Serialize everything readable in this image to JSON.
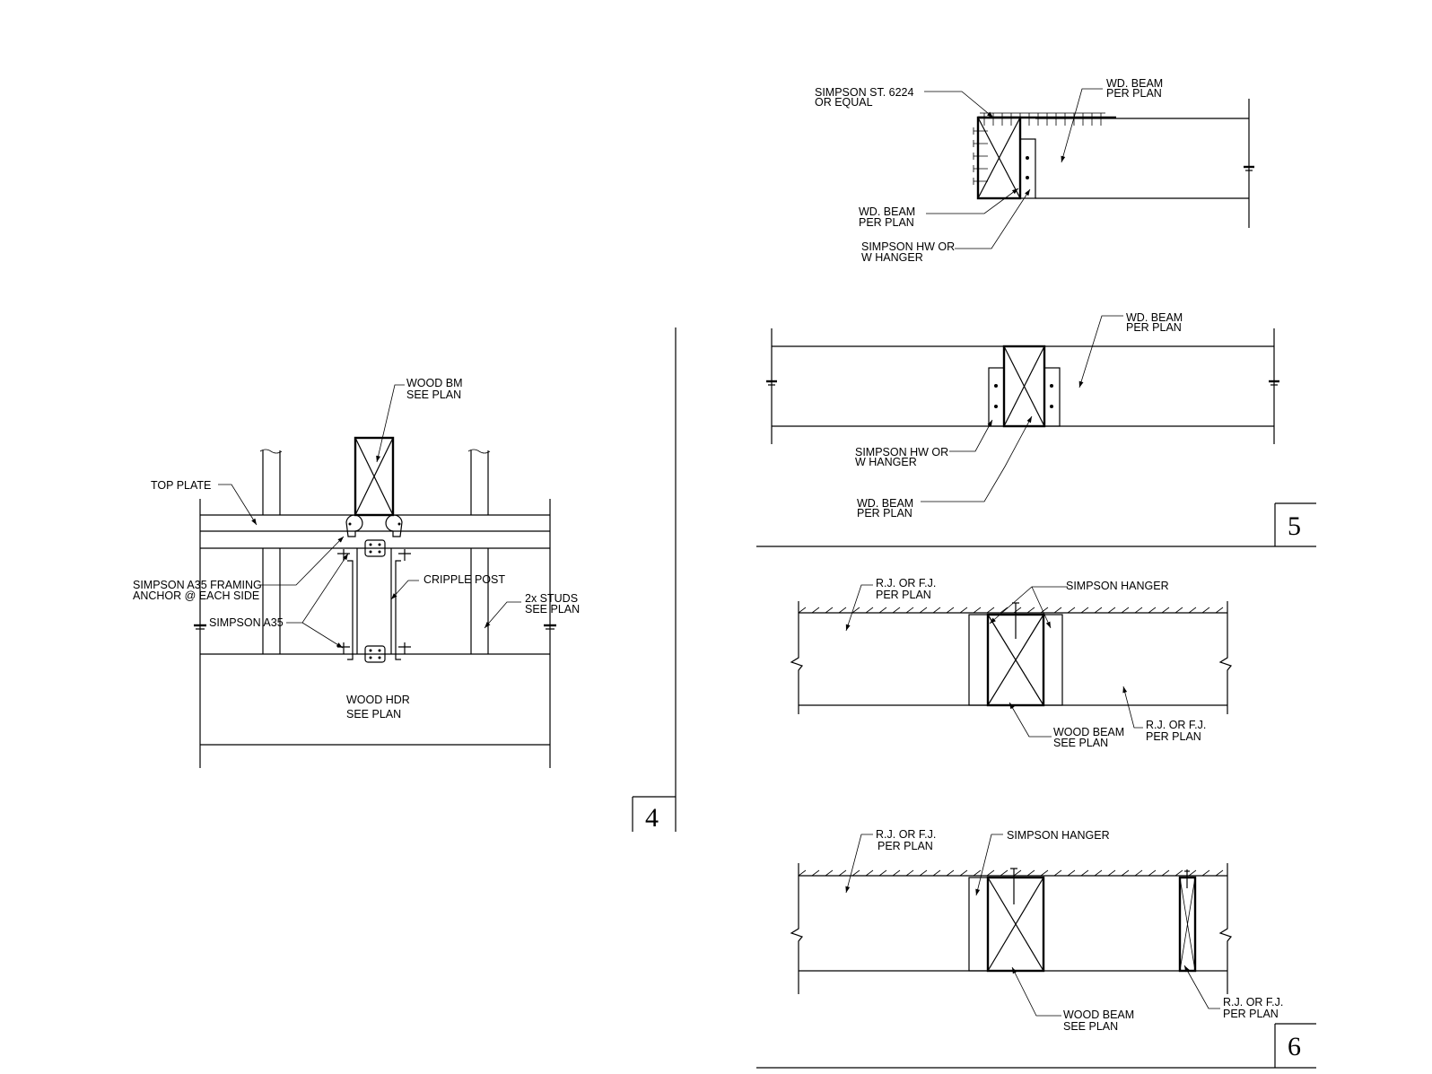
{
  "detail4": {
    "label_wood_bm": [
      "WOOD BM",
      "SEE PLAN"
    ],
    "label_top_plate": "TOP PLATE",
    "label_a35_framing": [
      "SIMPSON A35 FRAMING",
      "ANCHOR @ EACH SIDE"
    ],
    "label_simpson_a35": "SIMPSON A35",
    "label_cripple_post": "CRIPPLE POST",
    "label_studs": [
      "2x STUDS",
      "SEE PLAN"
    ],
    "label_wood_hdr": [
      "WOOD HDR",
      "SEE PLAN"
    ],
    "number": "4"
  },
  "detail_top": {
    "label_st6224": [
      "SIMPSON ST. 6224",
      "OR EQUAL"
    ],
    "label_wd_beam_right": [
      "WD. BEAM",
      "PER PLAN"
    ],
    "label_wd_beam_left": [
      "WD. BEAM",
      "PER PLAN"
    ],
    "label_hanger": [
      "SIMPSON HW OR",
      "W HANGER"
    ]
  },
  "detail5": {
    "label_wd_beam_top": [
      "WD. BEAM",
      "PER PLAN"
    ],
    "label_hanger": [
      "SIMPSON HW OR",
      "W HANGER"
    ],
    "label_wd_beam_bottom": [
      "WD. BEAM",
      "PER PLAN"
    ],
    "number": "5"
  },
  "detail6a": {
    "label_rj_left": [
      "R.J. OR F.J.",
      "PER PLAN"
    ],
    "label_simpson_hanger": "SIMPSON HANGER",
    "label_wood_beam": [
      "WOOD BEAM",
      "SEE PLAN"
    ],
    "label_rj_right": [
      "R.J. OR F.J.",
      "PER PLAN"
    ]
  },
  "detail6b": {
    "label_rj_left": [
      "R.J. OR F.J.",
      "PER PLAN"
    ],
    "label_simpson_hanger": "SIMPSON HANGER",
    "label_wood_beam": [
      "WOOD BEAM",
      "SEE PLAN"
    ],
    "label_rj_right": [
      "R.J. OR F.J.",
      "PER PLAN"
    ],
    "number": "6"
  }
}
